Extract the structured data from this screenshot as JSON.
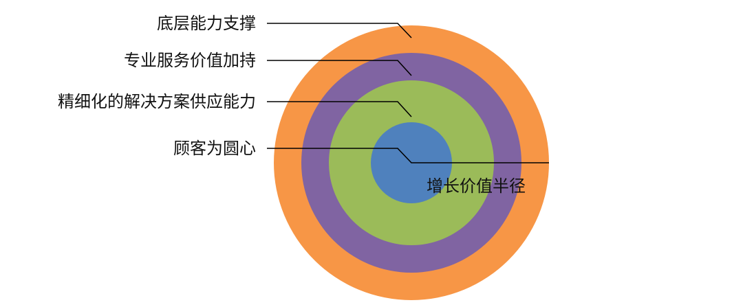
{
  "diagram": {
    "type": "concentric-circles",
    "rings": [
      {
        "label": "底层能力支撑",
        "color": "#F79646"
      },
      {
        "label": "专业服务价值加持",
        "color": "#8064A2"
      },
      {
        "label": "精细化的解决方案供应能力",
        "color": "#9BBB59"
      },
      {
        "label": "顾客为圆心",
        "color": "#4F81BD"
      }
    ],
    "radius_label": "增长价值半径"
  }
}
